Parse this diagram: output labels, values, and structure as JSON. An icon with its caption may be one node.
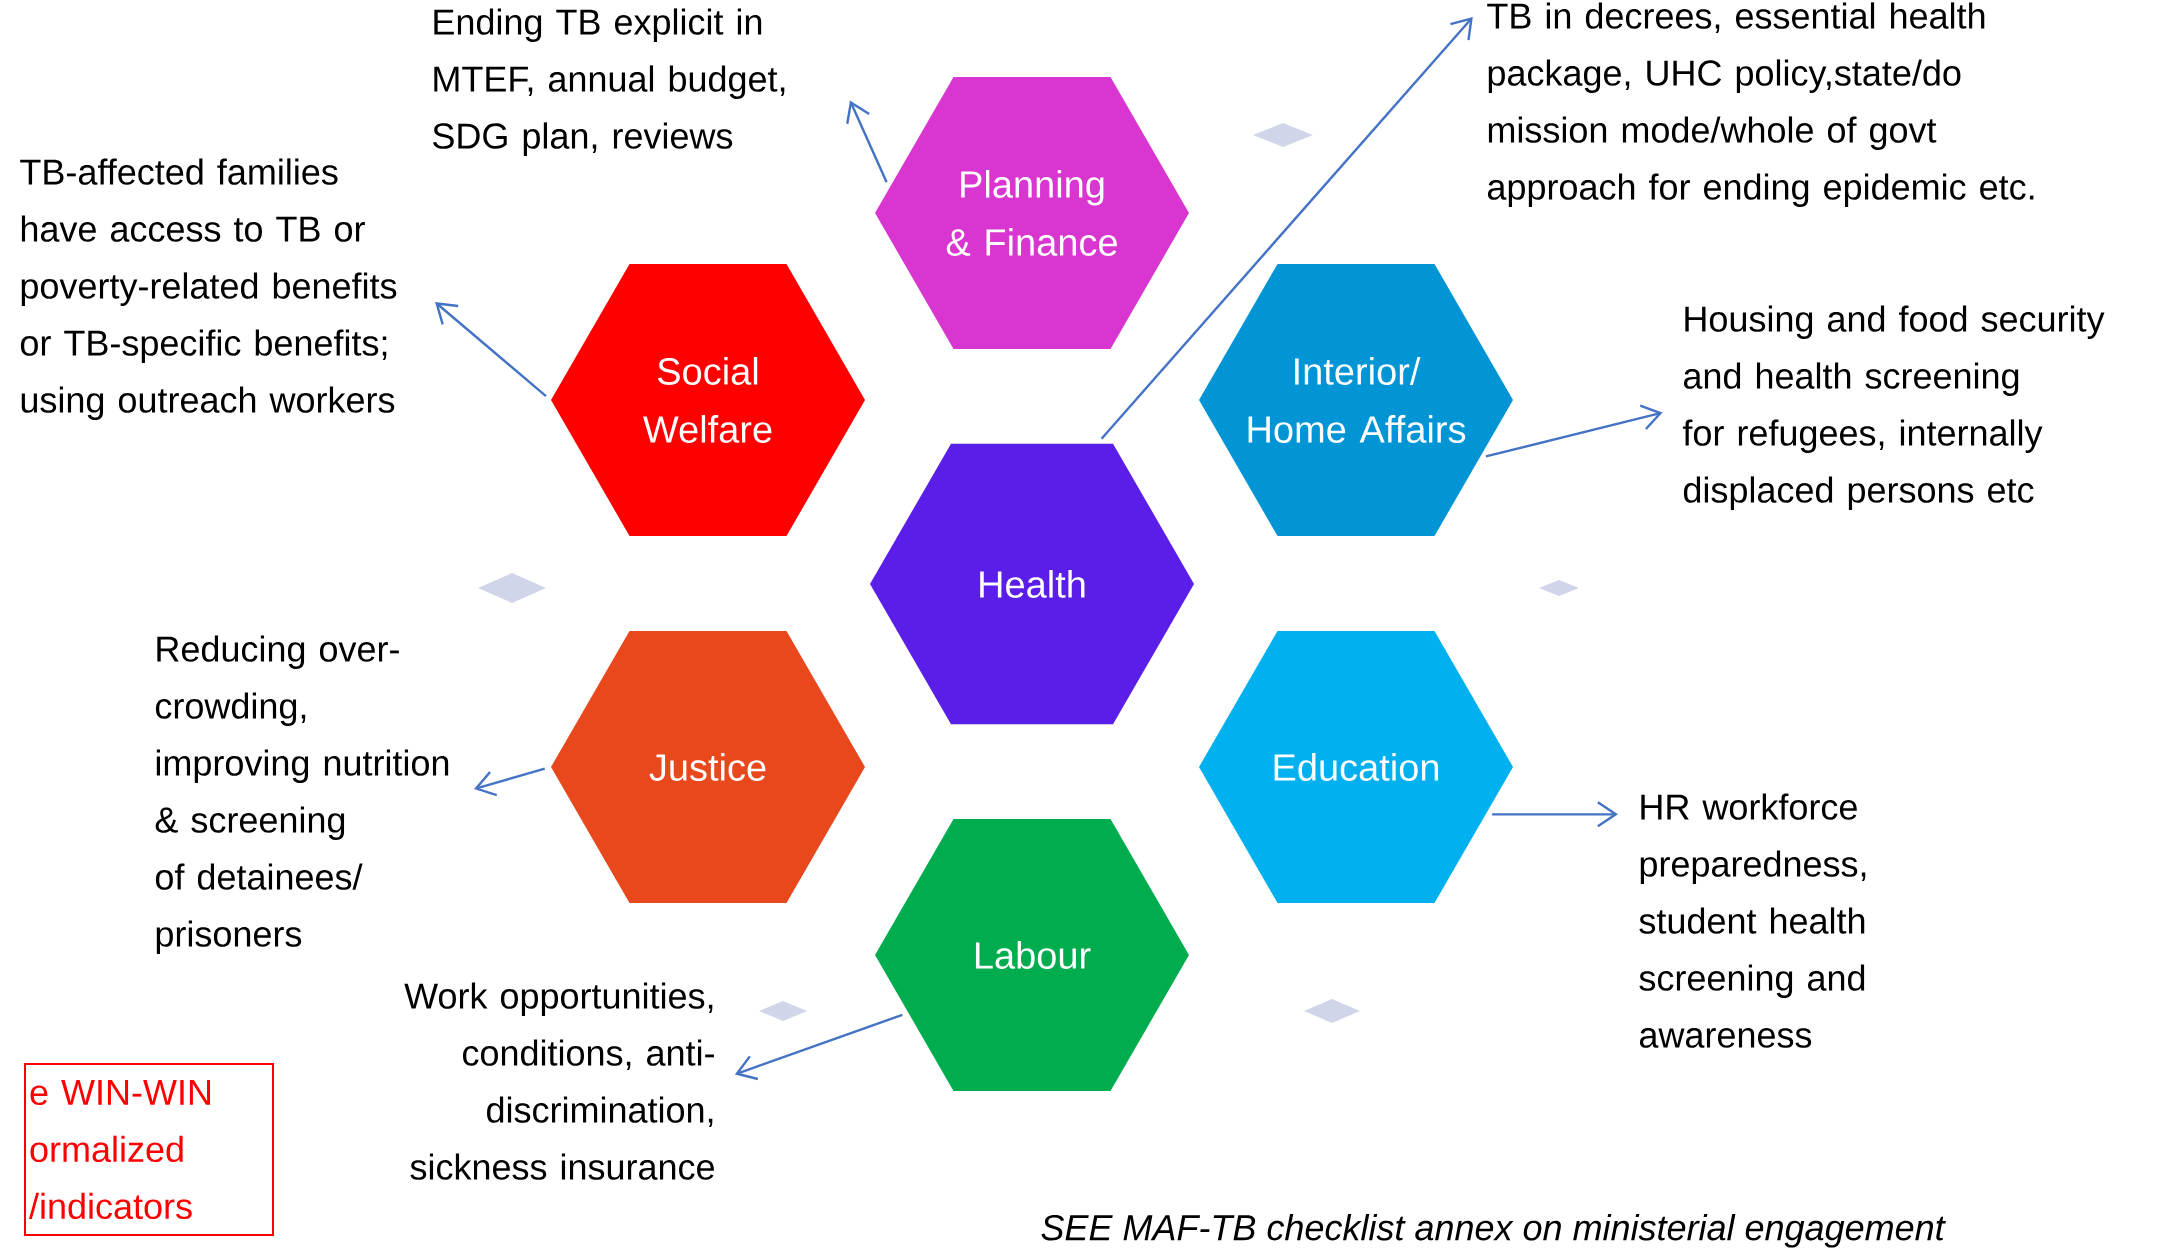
{
  "diagram": {
    "caption": "SEE MAF-TB checklist annex on ministerial engagement",
    "nodes": [
      {
        "text": [
          "Ending TB explicit in MTEF, annual budget, SDG plan, reviews"
        ]
      },
      {
        "text": [
          "Planning & Finance"
        ]
      },
      {
        "text": [
          "TB in decrees, essential health package, UHC policy,state/do mission mode/whole of govt approach for ending epidemic etc."
        ]
      },
      {
        "text": [
          "TB-affected families have access to TB or poverty-related benefits or TB-specific benefits; using outreach workers"
        ]
      },
      {
        "text": [
          "Social Welfare"
        ]
      },
      {
        "text": [
          "Interior/ Home Affairs"
        ]
      },
      {
        "text": [
          "Housing and food security and health screening for refugees, internally displaced persons etc"
        ]
      },
      {
        "text": [
          "Health"
        ]
      },
      {
        "text": [
          "Reducing over-crowding, improving nutrition & screening of detainees/ prisoners"
        ]
      },
      {
        "text": [
          "Justice"
        ]
      },
      {
        "text": [
          "Education"
        ]
      },
      {
        "text": [
          "HR workforce preparedness, student health screening and awareness"
        ]
      },
      {
        "text": [
          "Work opportunities, conditions, anti-discrimination, sickness insurance"
        ]
      },
      {
        "text": [
          "Labour"
        ]
      },
      {
        "text": [
          "e WIN-WIN ormalized /indicators"
        ]
      }
    ],
    "edges": [
      {
        "from": 1,
        "to": 0,
        "arrow": "to"
      },
      {
        "from": 7,
        "to": 2,
        "arrow": "to"
      },
      {
        "from": 4,
        "to": 3,
        "arrow": "to"
      },
      {
        "from": 5,
        "to": 6,
        "arrow": "to"
      },
      {
        "from": 9,
        "to": 8,
        "arrow": "to"
      },
      {
        "from": 10,
        "to": 11,
        "arrow": "to"
      },
      {
        "from": 13,
        "to": 12,
        "arrow": "to"
      }
    ]
  }
}
